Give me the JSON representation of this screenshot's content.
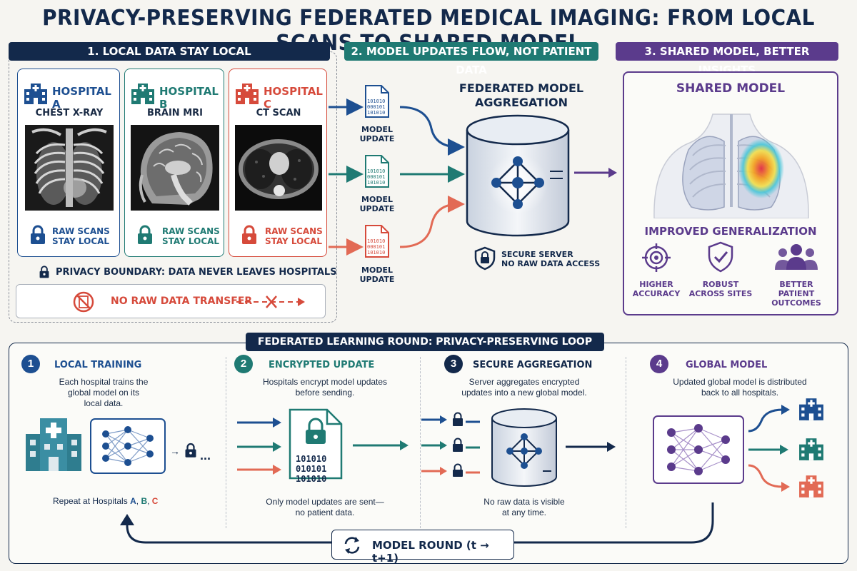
{
  "title": "PRIVACY-PRESERVING FEDERATED MEDICAL IMAGING: FROM LOCAL SCANS TO SHARED MODEL",
  "sections": {
    "s1": "1. LOCAL DATA STAY LOCAL",
    "s2": "2. MODEL UPDATES FLOW, NOT PATIENT DATA",
    "s3": "3. SHARED MODEL, BETTER INSIGHTS"
  },
  "hospitals": [
    {
      "name": "HOSPITAL A",
      "scan": "CHEST X-RAY",
      "raw1": "RAW SCANS",
      "raw2": "STAY LOCAL",
      "color": "#1d4f91"
    },
    {
      "name": "HOSPITAL B",
      "scan": "BRAIN MRI",
      "raw1": "RAW SCANS",
      "raw2": "STAY LOCAL",
      "color": "#1f7a73"
    },
    {
      "name": "HOSPITAL C",
      "scan": "CT SCAN",
      "raw1": "RAW SCANS",
      "raw2": "STAY LOCAL",
      "color": "#d64a3b"
    }
  ],
  "privacy_boundary": "PRIVACY BOUNDARY: DATA NEVER LEAVES HOSPITALS",
  "no_raw_transfer": "NO RAW DATA TRANSFER",
  "model_update_label": {
    "l1": "MODEL",
    "l2": "UPDATE"
  },
  "binary": {
    "b1": "101010",
    "b2": "000101",
    "b3": "101010"
  },
  "aggregation": {
    "title1": "FEDERATED MODEL",
    "title2": "AGGREGATION",
    "secure1": "SECURE SERVER",
    "secure2": "NO RAW DATA ACCESS"
  },
  "shared": {
    "title": "SHARED MODEL",
    "improved": "IMPROVED GENERALIZATION",
    "benefits": [
      {
        "l1": "HIGHER",
        "l2": "ACCURACY"
      },
      {
        "l1": "ROBUST",
        "l2": "ACROSS SITES"
      },
      {
        "l1": "BETTER PATIENT",
        "l2": "OUTCOMES"
      }
    ]
  },
  "loop": {
    "banner": "FEDERATED LEARNING ROUND: PRIVACY-PRESERVING LOOP",
    "steps": [
      {
        "num": "1",
        "title": "LOCAL TRAINING",
        "d1": "Each hospital trains the",
        "d2": "global model on its",
        "d3": "local data.",
        "color": "#1d4f91"
      },
      {
        "num": "2",
        "title": "ENCRYPTED UPDATE",
        "d1": "Hospitals encrypt model updates",
        "d2": "before sending.",
        "d3": "",
        "color": "#1f7a73"
      },
      {
        "num": "3",
        "title": "SECURE AGGREGATION",
        "d1": "Server aggregates encrypted",
        "d2": "updates into a new global model.",
        "d3": "",
        "color": "#13294b"
      },
      {
        "num": "4",
        "title": "GLOBAL MODEL",
        "d1": "Updated global model is distributed",
        "d2": "back to all hospitals.",
        "d3": "",
        "color": "#5b3b8c"
      }
    ],
    "repeat": "Repeat at Hospitals",
    "repeat_a": "A",
    "repeat_b": "B",
    "repeat_c": "C",
    "ellipsis": "...",
    "arrow_glyph": "→",
    "comma": ",",
    "only1": "Only model updates are sent—",
    "only2": "no patient data.",
    "noraw1": "No raw data is visible",
    "noraw2": "at any time.",
    "enc_binary": {
      "b1": "101010",
      "b2": "010101",
      "b3": "101010"
    },
    "round": "MODEL ROUND (t → t+1)"
  },
  "colors": {
    "navy": "#13294b",
    "blue": "#1d4f91",
    "teal": "#1f7a73",
    "red": "#d64a3b",
    "purple": "#5b3b8c"
  }
}
